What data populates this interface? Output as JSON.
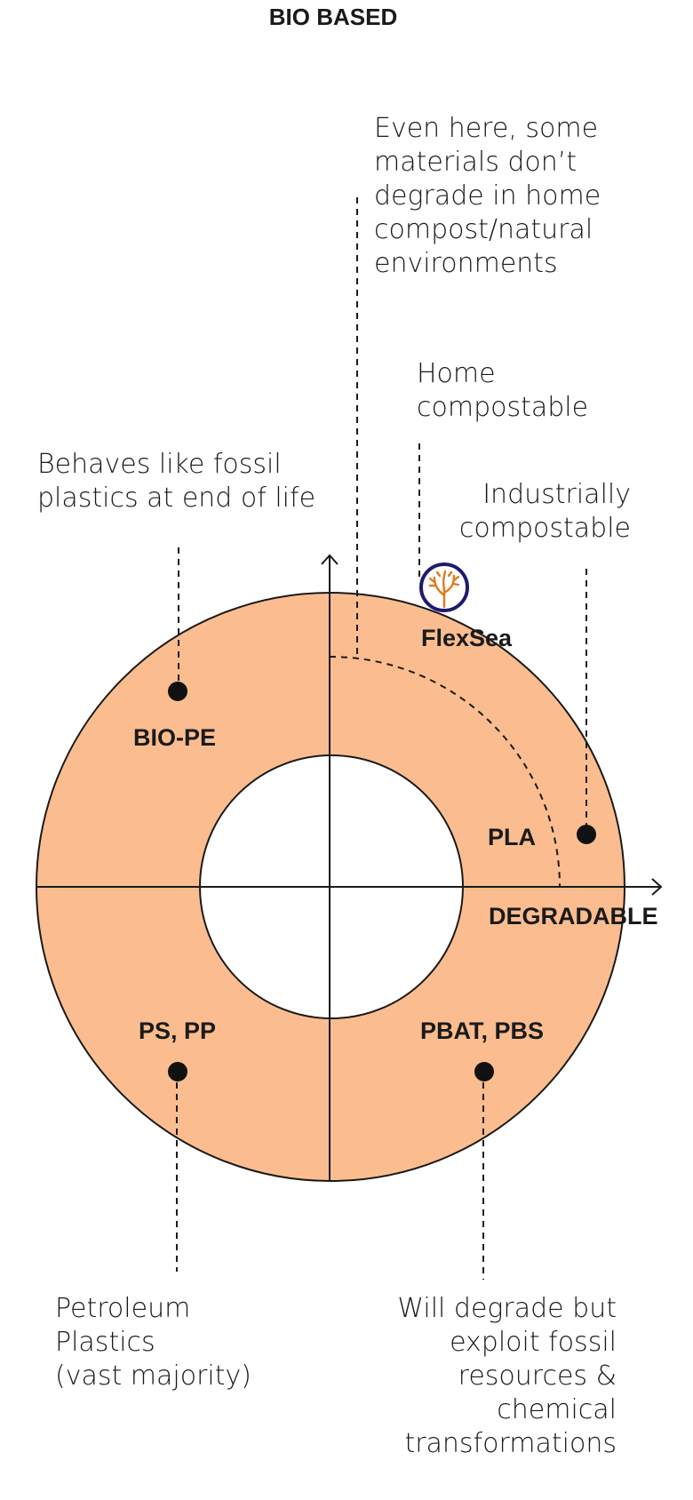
{
  "title": "BIO BASED",
  "x_axis_label": "DEGRADABLE",
  "colors": {
    "ring_fill": "#FBBD8F",
    "stroke": "#1a1a1a",
    "logo_ring": "#1E1A6E",
    "logo_glyph": "#E07A1F"
  },
  "quadrant_labels": {
    "top_left": "BIO-PE",
    "top_right": "PLA",
    "bottom_left": "PS, PP",
    "bottom_right": "PBAT, PBS",
    "flexsea": "FlexSea"
  },
  "notes": {
    "home_degrade": [
      "Even here, some",
      "materials don’t",
      "degrade in home",
      "compost/natural",
      "environments"
    ],
    "home_compostable": [
      "Home",
      "compostable"
    ],
    "fossil_like": [
      "Behaves like fossil",
      "plastics at end of life"
    ],
    "industrial": [
      "Industrially",
      "compostable"
    ],
    "petroleum": [
      "Petroleum",
      "Plastics",
      "(vast majority)"
    ],
    "will_degrade": [
      "Will degrade but",
      "exploit fossil",
      "resources &",
      "chemical",
      "transformations"
    ]
  },
  "logo_icon": "seaweed-icon"
}
